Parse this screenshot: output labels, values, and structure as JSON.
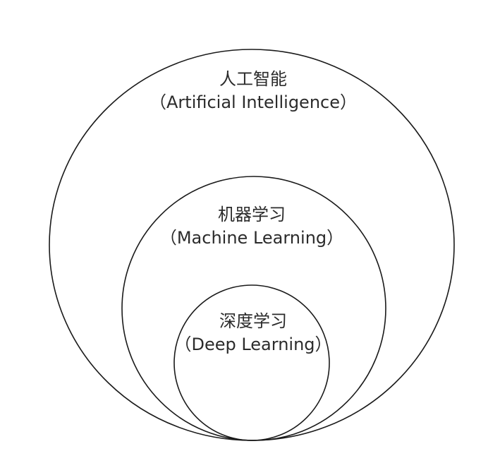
{
  "diagram": {
    "outer": {
      "name_zh": "人工智能",
      "name_en": "（Artificial Intelligence）"
    },
    "middle": {
      "name_zh": "机器学习",
      "name_en": "（Machine Learning）"
    },
    "inner": {
      "name_zh": "深度学习",
      "name_en": "（Deep Learning）"
    },
    "stroke_color": "#1a1a1a",
    "text_color": "#2b2b2b"
  }
}
